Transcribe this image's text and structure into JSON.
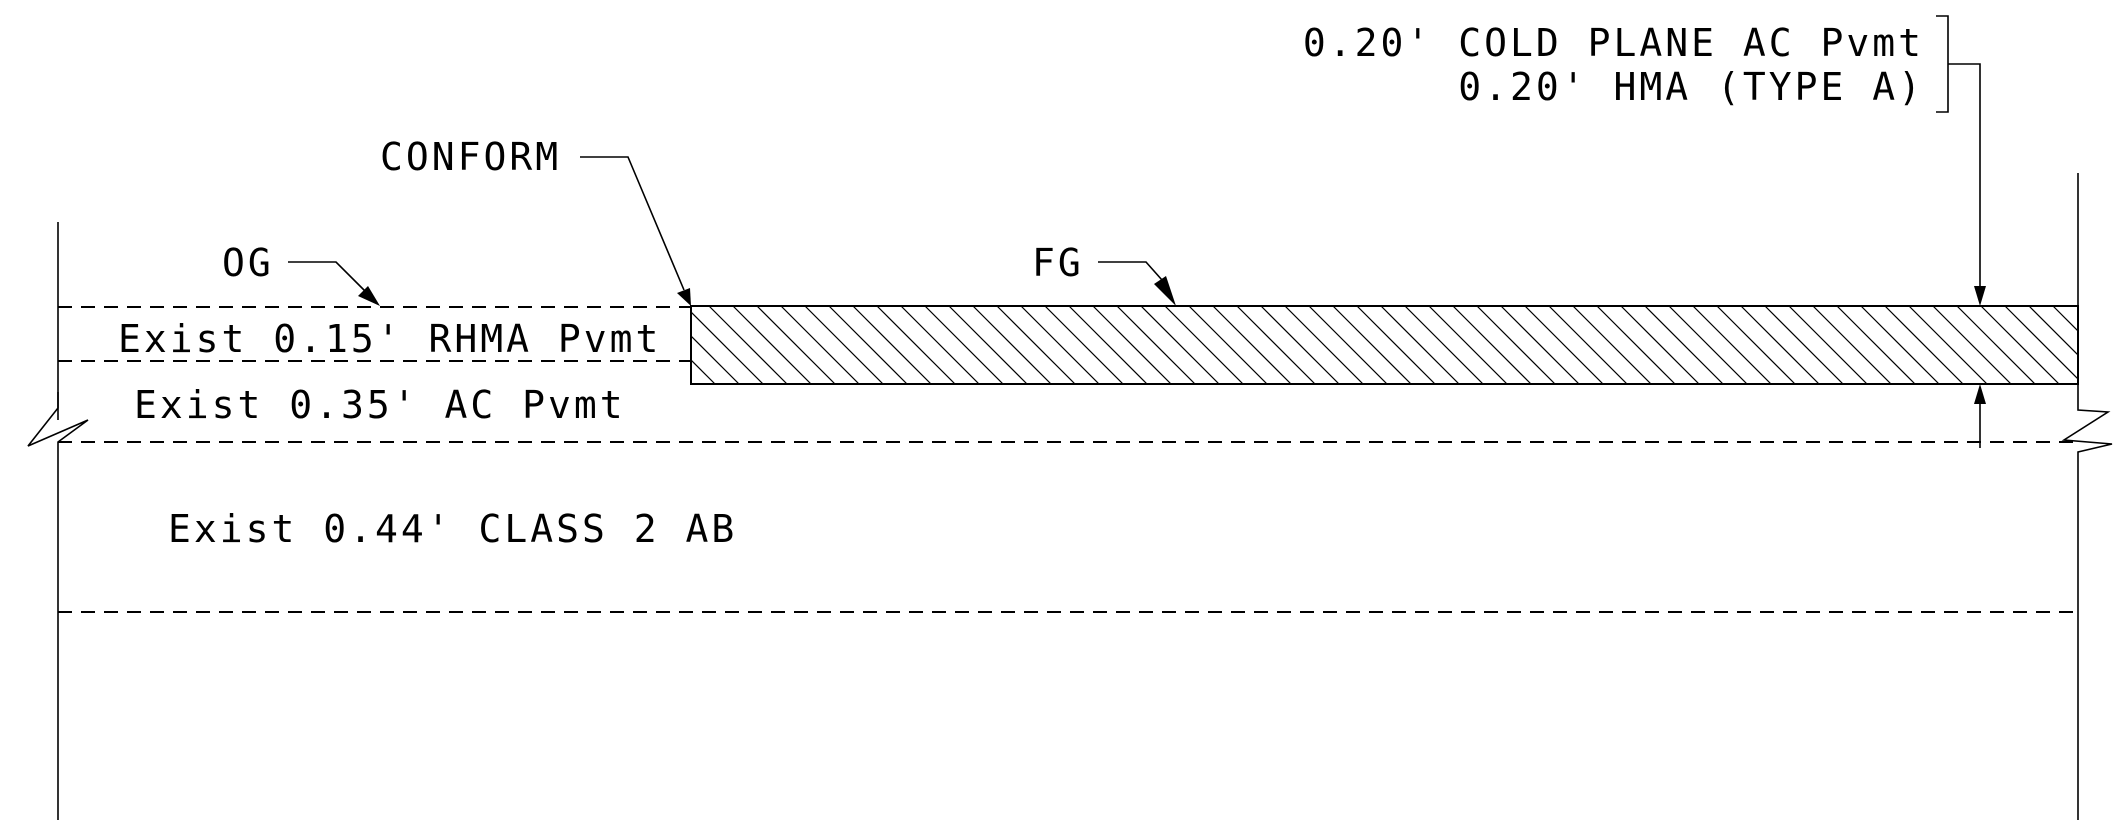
{
  "labels": {
    "callout_line1": "0.20' COLD PLANE AC Pvmt",
    "callout_line2": "0.20' HMA (TYPE A)",
    "conform": "CONFORM",
    "og": "OG",
    "fg": "FG",
    "rhma": "Exist 0.15' RHMA Pvmt",
    "ac": "Exist 0.35' AC Pvmt",
    "ab": "Exist 0.44' CLASS 2 AB"
  }
}
